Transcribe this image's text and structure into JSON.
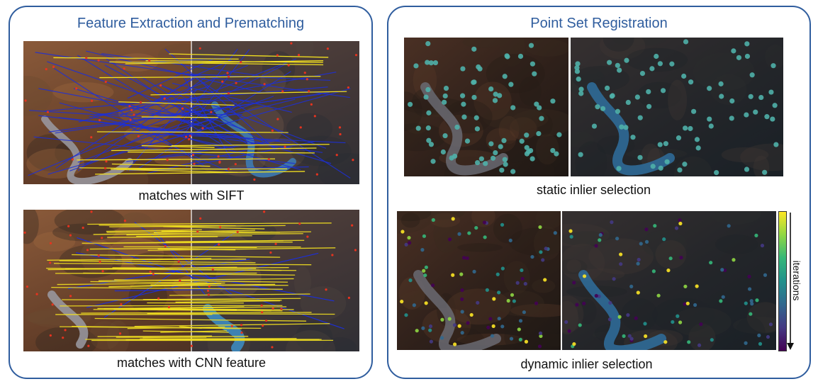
{
  "left_panel": {
    "title": "Feature Extraction and Prematching",
    "top_caption": "matches with SIFT",
    "bottom_caption": "matches with CNN feature"
  },
  "right_panel": {
    "title": "Point Set Registration",
    "top_caption": "static inlier selection",
    "bottom_caption": "dynamic inlier selection",
    "colorbar_label": "iterations"
  },
  "colors": {
    "frame": "#2f5d9e",
    "yellow_line": "#f2e020",
    "blue_line": "#1d2fd6",
    "point_red": "#e6331f",
    "teal_point": "#4fb0a8"
  }
}
